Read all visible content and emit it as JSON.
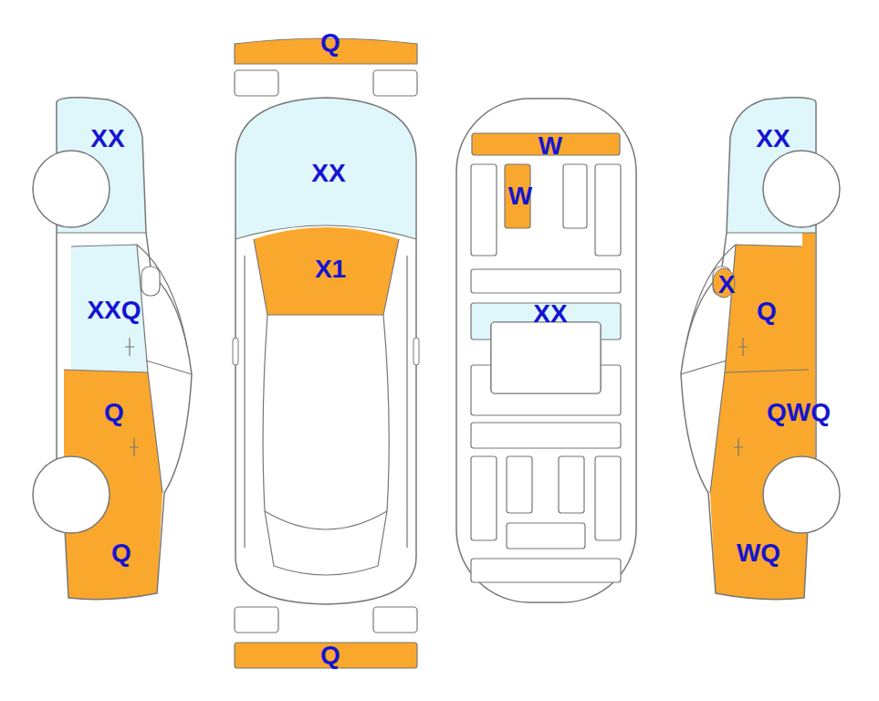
{
  "diagram": {
    "labels": [
      "XX",
      "XXQ",
      "Q",
      "Q",
      "Q",
      "XX",
      "X1",
      "Q",
      "W",
      "W",
      "XX",
      "XX",
      "X",
      "Q",
      "QWQ",
      "WQ"
    ]
  }
}
